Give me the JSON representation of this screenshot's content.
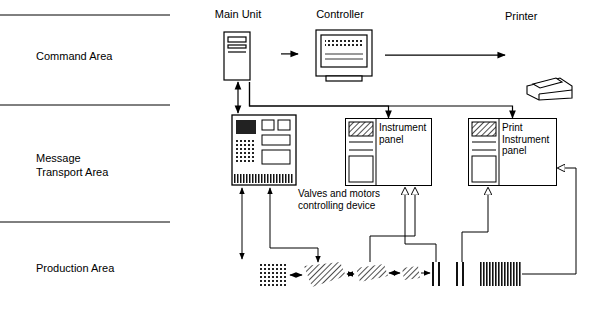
{
  "diagram": {
    "nodes": [
      {
        "text": [
          "Main Unit"
        ]
      },
      {
        "text": [
          "Controller"
        ]
      },
      {
        "text": [
          "Printer"
        ]
      },
      {
        "text": [
          "Valves and motors controlling device"
        ]
      },
      {
        "text": [
          "Instrument panel"
        ]
      },
      {
        "text": [
          "Print Instrument panel"
        ]
      }
    ],
    "edges": [
      {
        "from": 0,
        "to": 1,
        "arrow": "to"
      },
      {
        "from": 1,
        "to": 2,
        "arrow": "to"
      },
      {
        "from": 0,
        "to": 3,
        "arrow": "both"
      },
      {
        "from": 0,
        "to": 4,
        "arrow": "to"
      },
      {
        "from": 0,
        "to": 5,
        "arrow": "to"
      }
    ],
    "labels": [
      "Command Area",
      "Message Transport Area",
      "Production Area"
    ]
  }
}
